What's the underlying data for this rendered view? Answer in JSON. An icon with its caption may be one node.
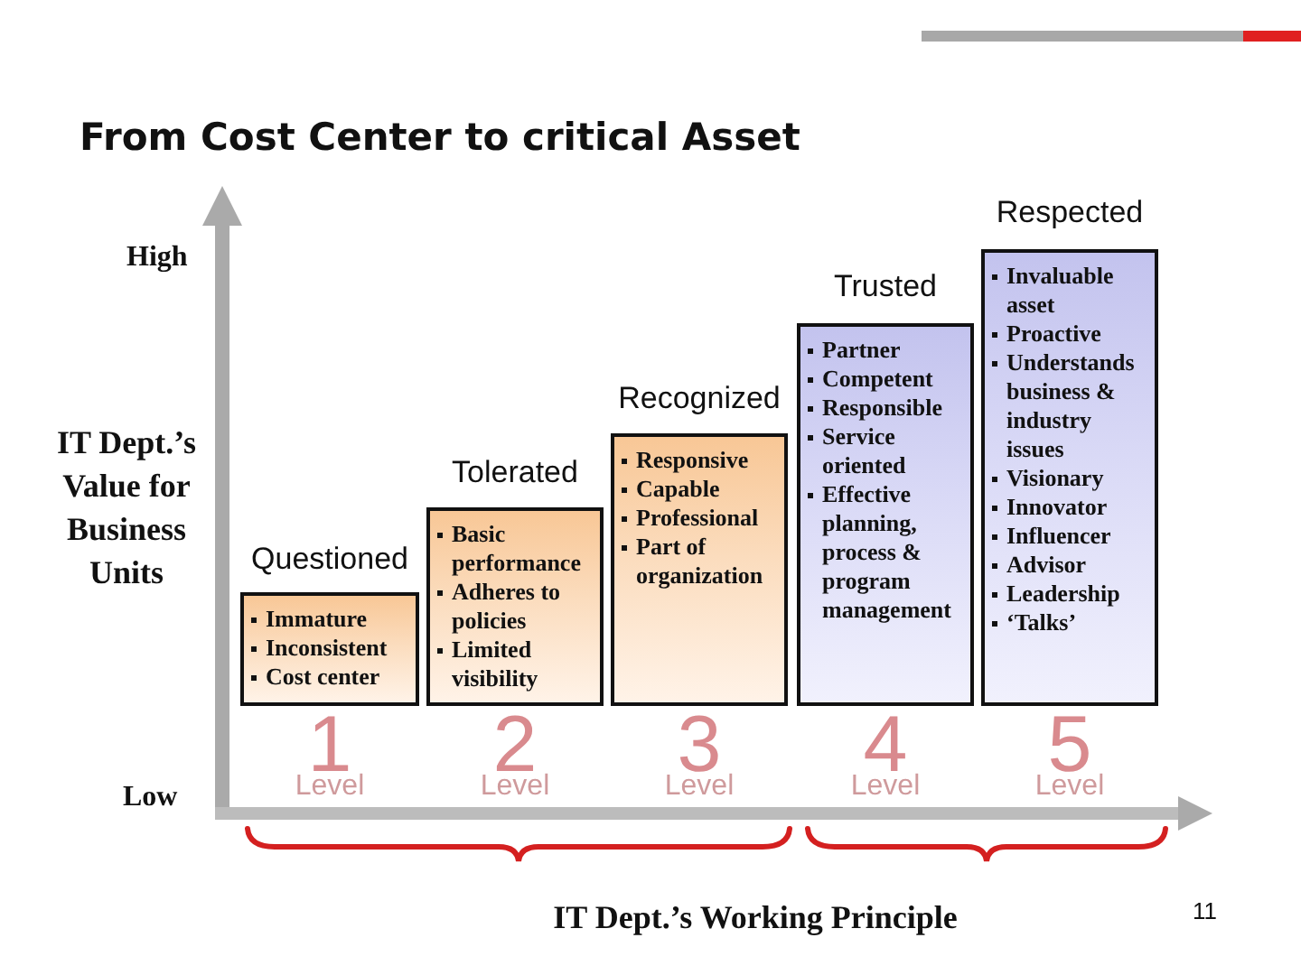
{
  "diagram": {
    "title": "From Cost Center to critical Asset",
    "nodes": [
      {
        "text": [
          "Questioned",
          "Immature",
          "Inconsistent",
          "Cost center"
        ],
        "beside": [
          "1",
          "Level"
        ]
      },
      {
        "text": [
          "Tolerated",
          "Basic performance",
          "Adheres to policies",
          "Limited visibility"
        ],
        "beside": [
          "2",
          "Level"
        ]
      },
      {
        "text": [
          "Recognized",
          "Responsive",
          "Capable",
          "Professional",
          "Part of organization"
        ],
        "beside": [
          "3",
          "Level"
        ]
      },
      {
        "text": [
          "Trusted",
          "Partner",
          "Competent",
          "Responsible",
          "Service oriented",
          "Effective planning, process & program management"
        ],
        "beside": [
          "4",
          "Level"
        ]
      },
      {
        "text": [
          "Respected",
          "Invaluable asset",
          "Proactive",
          "Understands business & industry issues",
          "Visionary",
          "Innovator",
          "Influencer",
          "Advisor",
          "Leadership",
          "‘Talks’"
        ],
        "beside": [
          "5",
          "Level"
        ]
      }
    ],
    "labels": [
      "High",
      "IT Dept.’s Value for Business Units",
      "Low",
      "IT Dept.’s Working Principle",
      "11"
    ]
  }
}
